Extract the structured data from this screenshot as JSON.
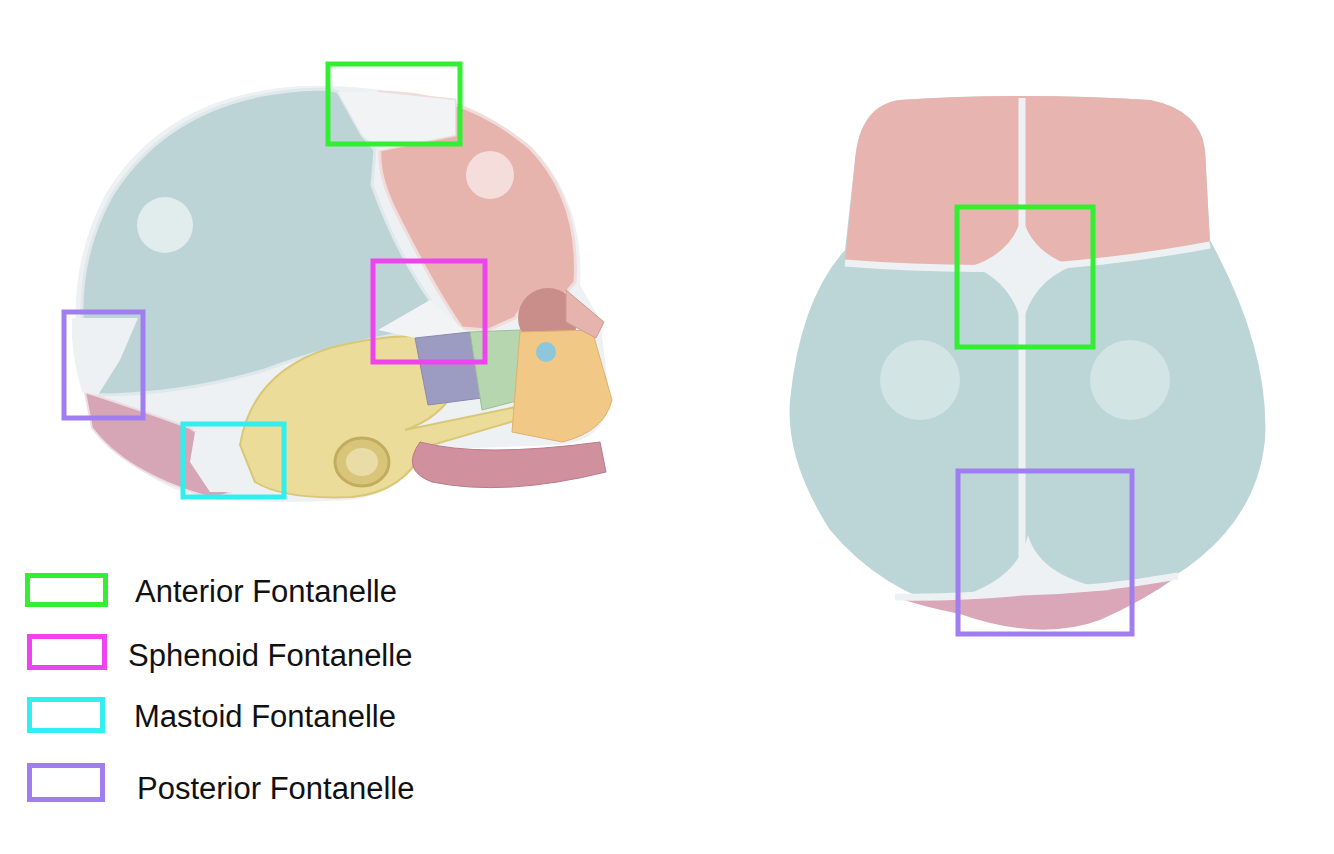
{
  "diagram": {
    "legend": [
      {
        "text": "Anterior Fontanelle",
        "color": "#33ee33"
      },
      {
        "text": "Sphenoid Fontanelle",
        "color": "#ee44ee"
      },
      {
        "text": "Mastoid Fontanelle",
        "color": "#33eeee"
      },
      {
        "text": "Posterior Fontanelle",
        "color": "#a07ef0"
      }
    ]
  }
}
